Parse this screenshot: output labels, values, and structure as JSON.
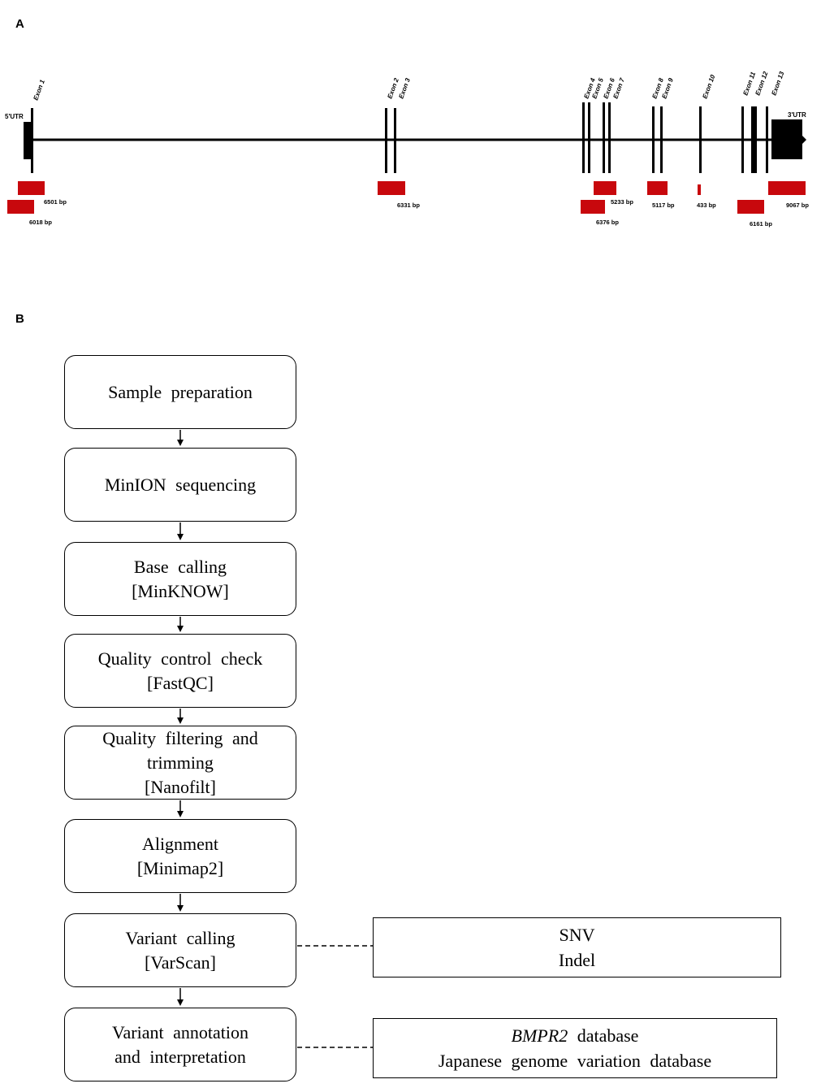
{
  "panel_a": {
    "label": "A",
    "utr5_label": "5'UTR",
    "utr3_label": "3'UTR",
    "exons": [
      {
        "label": "Exon 1"
      },
      {
        "label": "Exon 2"
      },
      {
        "label": "Exon 3"
      },
      {
        "label": "Exon 4"
      },
      {
        "label": "Exon 5"
      },
      {
        "label": "Exon 6"
      },
      {
        "label": "Exon 7"
      },
      {
        "label": "Exon 8"
      },
      {
        "label": "Exon 9"
      },
      {
        "label": "Exon 10"
      },
      {
        "label": "Exon 11"
      },
      {
        "label": "Exon 12"
      },
      {
        "label": "Exon 13"
      }
    ],
    "amplicons": [
      {
        "size": "6501 bp"
      },
      {
        "size": "6018 bp"
      },
      {
        "size": "6331 bp"
      },
      {
        "size": "5233 bp"
      },
      {
        "size": "6376 bp"
      },
      {
        "size": "5117 bp"
      },
      {
        "size": "433 bp"
      },
      {
        "size": "6161 bp"
      },
      {
        "size": "9067 bp"
      }
    ],
    "amplicon_color": "#c8080d"
  },
  "panel_b": {
    "label": "B",
    "steps": [
      {
        "line1": "Sample preparation",
        "line2": "",
        "line3": ""
      },
      {
        "line1": "MinION sequencing",
        "line2": "",
        "line3": ""
      },
      {
        "line1": "Base calling",
        "line2": "[MinKNOW]",
        "line3": ""
      },
      {
        "line1": "Quality control check",
        "line2": "[FastQC]",
        "line3": ""
      },
      {
        "line1": "Quality filtering and",
        "line2": "trimming",
        "line3": "[Nanofilt]"
      },
      {
        "line1": "Alignment",
        "line2": "[Minimap2]",
        "line3": ""
      },
      {
        "line1": "Variant calling",
        "line2": "[VarScan]",
        "line3": ""
      },
      {
        "line1": "Variant annotation",
        "line2": "and interpretation",
        "line3": ""
      }
    ],
    "notes": {
      "variant_calling": {
        "line1": "SNV",
        "line2": "Indel"
      },
      "annotation": {
        "line1_italic": "BMPR2",
        "line1_rest": " database",
        "line2": "Japanese genome variation database"
      }
    }
  }
}
